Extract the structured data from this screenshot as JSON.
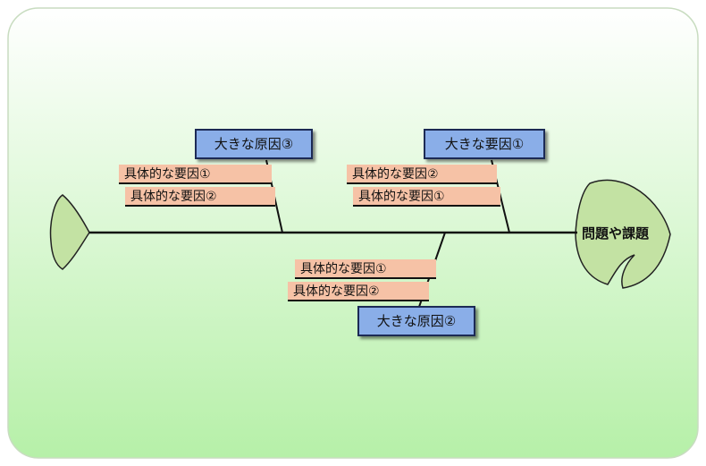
{
  "problem": "問題や課題",
  "causes": {
    "c1": "大きな要因①",
    "c2": "大きな原因②",
    "c3": "大きな原因③"
  },
  "factors": {
    "c3_f1": "具体的な要因①",
    "c3_f2": "具体的な要因②",
    "c1_f1": "具体的な要因②",
    "c1_f2": "具体的な要因①",
    "c2_f1": "具体的な要因①",
    "c2_f2": "具体的な要因②"
  },
  "colors": {
    "panel_top": "#ffffff",
    "panel_bottom": "#b6f0a8",
    "head_tail_fill": "#c3e2a3",
    "cause_fill": "#8aaee8",
    "factor_fill": "#f6c2a6",
    "line": "#111111"
  }
}
